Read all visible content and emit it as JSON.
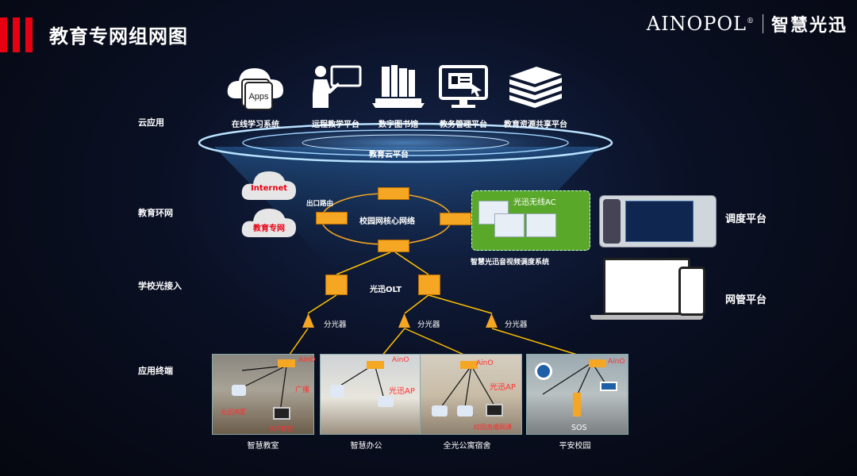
{
  "header": {
    "title": "教育专网组网图",
    "brand_en": "AINOPOL",
    "brand_reg": "®",
    "brand_cn": "智慧光迅"
  },
  "layers": {
    "cloud_app": "云应用",
    "edu_ring": "教育环网",
    "school_access": "学校光接入",
    "terminal": "应用终端"
  },
  "cloud_apps": [
    {
      "label": "在线学习系统",
      "icon": "apps-cloud-icon",
      "icon_text": "Apps"
    },
    {
      "label": "远程教学平台",
      "icon": "teacher-board-icon"
    },
    {
      "label": "数字图书馆",
      "icon": "laptop-books-icon"
    },
    {
      "label": "教务管理平台",
      "icon": "monitor-id-icon"
    },
    {
      "label": "教育资源共享平台",
      "icon": "stacked-books-icon"
    }
  ],
  "cloud_platform": "教育云平台",
  "clouds": {
    "internet": "Internet",
    "edu_net": "教育专网"
  },
  "core": {
    "exit_router": "出口路由",
    "campus_core": "校园网核心网络",
    "wireless_ac": "光迅无线AC",
    "dispatch_system": "智慧光迅音视频调度系统"
  },
  "olt": "光迅OLT",
  "splitters": [
    "分光器",
    "分光器",
    "分光器"
  ],
  "platforms": {
    "dispatch": "调度平台",
    "nms": "网管平台"
  },
  "scenes": [
    {
      "name": "智慧教室",
      "ainro": "AinO",
      "labels": [
        "广播",
        "光迅鸿蒙",
        "IOT智控"
      ]
    },
    {
      "name": "智慧办公",
      "ainro": "AinO",
      "labels": [
        "光迅AP"
      ]
    },
    {
      "name": "全光公寓宿舍",
      "ainro": "AinO",
      "labels": [
        "光迅AP",
        "校园直播网课"
      ]
    },
    {
      "name": "平安校园",
      "ainro": "AinO",
      "labels": [
        "SOS"
      ]
    }
  ],
  "colors": {
    "accent": "#e60012",
    "link": "#ffc000",
    "device": "#f5a623",
    "label_red": "#ff3030",
    "ac_panel": "#5aa82a"
  }
}
